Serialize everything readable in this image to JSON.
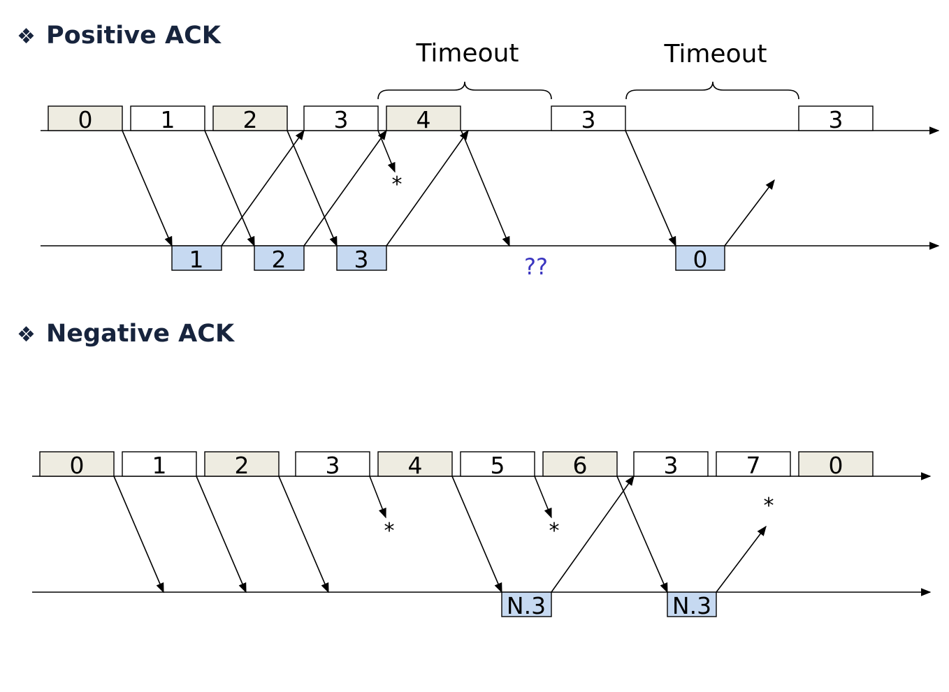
{
  "colors": {
    "heading": "#17243d",
    "sent_shaded": "#eeece1",
    "sent_plain": "#ffffff",
    "ack": "#c6d9f1",
    "unknown_marker": "#3a35c0"
  },
  "positive": {
    "title": "Positive ACK",
    "bullet_icon": "diamond-bullet-icon",
    "timeouts": [
      "Timeout",
      "Timeout"
    ],
    "sender_frames": [
      "0",
      "1",
      "2",
      "3",
      "4",
      "3",
      "3"
    ],
    "receiver_frames": [
      "1",
      "2",
      "3",
      "0"
    ],
    "lost_marker": "*",
    "unknown_marker": "??"
  },
  "negative": {
    "title": "Negative ACK",
    "bullet_icon": "diamond-bullet-icon",
    "sender_frames": [
      "0",
      "1",
      "2",
      "3",
      "4",
      "5",
      "6",
      "3",
      "7",
      "0"
    ],
    "receiver_frames": [
      "N.3",
      "N.3"
    ],
    "lost_markers": [
      "*",
      "*",
      "*"
    ]
  }
}
